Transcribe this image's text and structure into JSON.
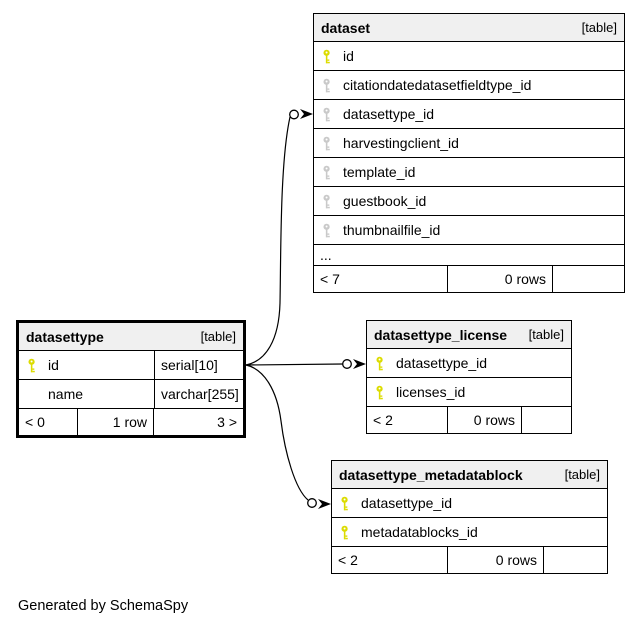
{
  "page": {
    "note": "Generated by SchemaSpy"
  },
  "colors": {
    "primary_key": "#dcdc00",
    "secondary_key": "#c9c9c9",
    "header_bg": "#f0f0f0",
    "border": "#000000"
  },
  "tables": [
    {
      "name": "dataset",
      "tag": "[table]",
      "columns": [
        {
          "name": "id",
          "key": "pk"
        },
        {
          "name": "citationdatedatasetfieldtype_id",
          "key": "fk"
        },
        {
          "name": "datasettype_id",
          "key": "fk"
        },
        {
          "name": "harvestingclient_id",
          "key": "fk"
        },
        {
          "name": "template_id",
          "key": "fk"
        },
        {
          "name": "guestbook_id",
          "key": "fk"
        },
        {
          "name": "thumbnailfile_id",
          "key": "fk"
        },
        {
          "name": "...",
          "key": "none"
        }
      ],
      "footer": {
        "left": "< 7",
        "center": "0 rows",
        "right": ""
      }
    },
    {
      "name": "datasettype",
      "tag": "[table]",
      "columns": [
        {
          "name": "id",
          "type": "serial[10]",
          "key": "pk"
        },
        {
          "name": "name",
          "type": "varchar[255]",
          "key": "none"
        }
      ],
      "footer": {
        "left": "< 0",
        "center": "1 row",
        "right": "3 >"
      }
    },
    {
      "name": "datasettype_license",
      "tag": "[table]",
      "columns": [
        {
          "name": "datasettype_id",
          "key": "pk"
        },
        {
          "name": "licenses_id",
          "key": "pk"
        }
      ],
      "footer": {
        "left": "< 2",
        "center": "0 rows",
        "right": ""
      }
    },
    {
      "name": "datasettype_metadatablock",
      "tag": "[table]",
      "columns": [
        {
          "name": "datasettype_id",
          "key": "pk"
        },
        {
          "name": "metadatablocks_id",
          "key": "pk"
        }
      ],
      "footer": {
        "left": "< 2",
        "center": "0 rows",
        "right": ""
      }
    }
  ],
  "relationships": [
    {
      "from": "datasettype.id",
      "to": "dataset.datasettype_id"
    },
    {
      "from": "datasettype.id",
      "to": "datasettype_license.datasettype_id"
    },
    {
      "from": "datasettype.id",
      "to": "datasettype_metadatablock.datasettype_id"
    }
  ]
}
